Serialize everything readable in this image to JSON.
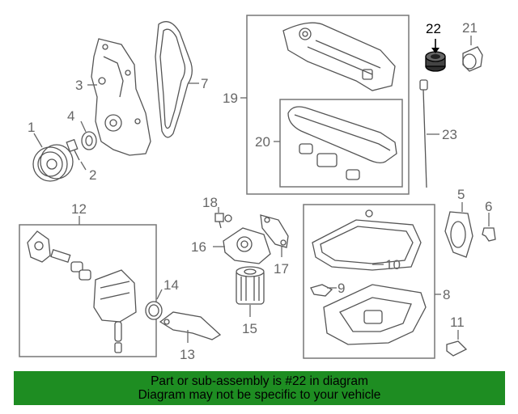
{
  "callouts": {
    "n1": "1",
    "n2": "2",
    "n3": "3",
    "n4": "4",
    "n5": "5",
    "n6": "6",
    "n7": "7",
    "n8": "8",
    "n9": "9",
    "n10": "10",
    "n11": "11",
    "n12": "12",
    "n13": "13",
    "n14": "14",
    "n15": "15",
    "n16": "16",
    "n17": "17",
    "n18": "18",
    "n19": "19",
    "n20": "20",
    "n21": "21",
    "n22": "22",
    "n23": "23"
  },
  "highlighted_part": "22",
  "banner": {
    "line1": "Part or sub-assembly is #22 in diagram",
    "line2": "Diagram may not be specific to your vehicle",
    "background": "#1e8d22"
  }
}
